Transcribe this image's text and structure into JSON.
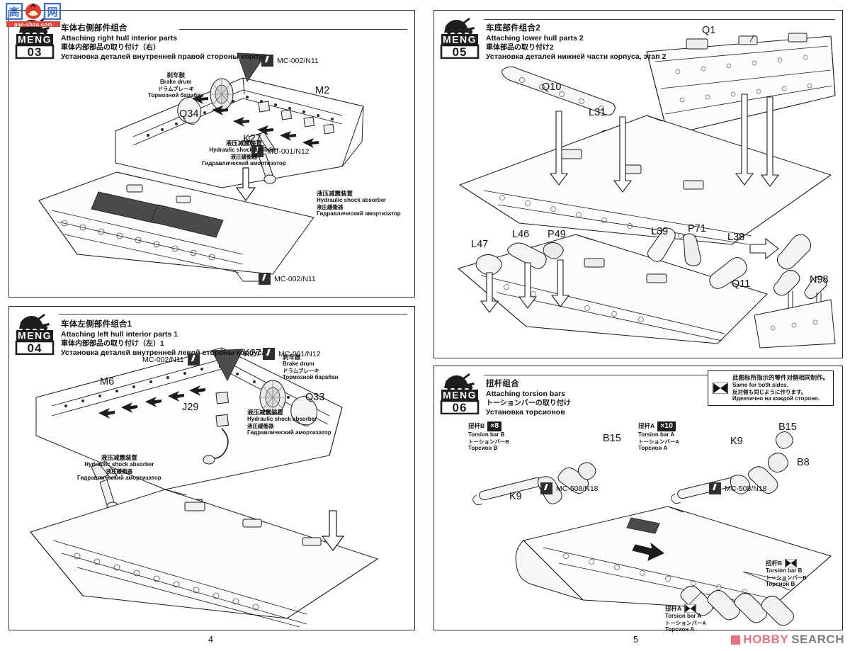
{
  "document": {
    "type": "model-kit-instruction-manual",
    "brand": "MENG",
    "left_page_number": "4",
    "right_page_number": "5"
  },
  "watermarks": {
    "top_left": "高手网 gao-shou.com",
    "bottom_right_1": "HOBBY",
    "bottom_right_2": "SEARCH"
  },
  "steps": [
    {
      "number": "03",
      "title_cn": "车体右侧部件组合",
      "title_en": "Attaching right hull interior parts",
      "title_jp": "車体内部部品の取り付け（右）",
      "title_ru": "Установка деталей внутренней правой стороны корпуса",
      "part_labels": [
        {
          "text": "M2"
        },
        {
          "text": "Q34"
        },
        {
          "text": "K27"
        }
      ],
      "glue_callouts": [
        {
          "code": "MC-002/N11"
        },
        {
          "code": "MC-001/N12"
        },
        {
          "code": "MC-002/N11"
        }
      ],
      "annotations": [
        {
          "cn": "刹车鼓",
          "en": "Brake drum",
          "jp": "ドラムブレーキ",
          "ru": "Тормозной барабан"
        },
        {
          "cn": "液压减震装置",
          "en": "Hydraulic shock absorber",
          "jp": "液圧緩衝器",
          "ru": "Гидравлический амортизатор"
        },
        {
          "cn": "液压减震装置",
          "en": "Hydraulic shock absorber",
          "jp": "液圧緩衝器",
          "ru": "Гидравлический амортизатор"
        }
      ]
    },
    {
      "number": "04",
      "title_cn": "车体左侧部件组合1",
      "title_en": "Attaching left hull interior parts 1",
      "title_jp": "車体内部部品の取り付け（左）1",
      "title_ru": "Установка деталей внутренней левой стороны корпуса1",
      "part_labels": [
        {
          "text": "M6"
        },
        {
          "text": "K27"
        },
        {
          "text": "Q33"
        },
        {
          "text": "J29"
        }
      ],
      "glue_callouts": [
        {
          "code": "MC-002/N11"
        },
        {
          "code": "MC-001/N12"
        }
      ],
      "annotations": [
        {
          "cn": "刹车鼓",
          "en": "Brake drum",
          "jp": "ドラムブレーキ",
          "ru": "Тормозной барабан"
        },
        {
          "cn": "液压减震装置",
          "en": "Hydraulic shock absorber",
          "jp": "液圧緩衝器",
          "ru": "Гидравлический амортизатор"
        },
        {
          "cn": "液压减震装置",
          "en": "Hydraulic shock absorber",
          "jp": "液圧緩衝器",
          "ru": "Гидравлический амортизатор"
        }
      ]
    },
    {
      "number": "05",
      "title_cn": "车底部件组合2",
      "title_en": "Attaching lower hull parts 2",
      "title_jp": "車体部品の取り付け2",
      "title_ru": "Установка деталей нижней части корпуса, этап 2",
      "part_labels": [
        {
          "text": "Q1"
        },
        {
          "text": "Q10"
        },
        {
          "text": "L31"
        },
        {
          "text": "L47"
        },
        {
          "text": "L46"
        },
        {
          "text": "P49"
        },
        {
          "text": "L39"
        },
        {
          "text": "P71"
        },
        {
          "text": "L38"
        },
        {
          "text": "Q11"
        },
        {
          "text": "N98"
        }
      ]
    },
    {
      "number": "06",
      "title_cn": "扭杆组合",
      "title_en": "Attaching torsion bars",
      "title_jp": "トーションバーの取り付け",
      "title_ru": "Установка торсионов",
      "note": {
        "cn": "此图标所指示的零件对侧相同制作。",
        "en": "Same for both sides.",
        "jp": "反対側も同じように作ります。",
        "ru": "Идентично на каждой стороне."
      },
      "part_labels": [
        {
          "text": "B15"
        },
        {
          "text": "K9"
        },
        {
          "text": "B15"
        },
        {
          "text": "K9"
        },
        {
          "text": "B8"
        }
      ],
      "glue_callouts": [
        {
          "code": "MC-508/N18"
        },
        {
          "code": "MC-508/N18"
        }
      ],
      "torsion_groups": [
        {
          "cn": "扭杆B",
          "en": "Torsion bar B",
          "jp": "トーションバーB",
          "ru": "Торсион B",
          "count": "×8",
          "icon": "bowtie-icon"
        },
        {
          "cn": "扭杆A",
          "en": "Torsion bar A",
          "jp": "トーションバーA",
          "ru": "Торсион A",
          "count": "×10",
          "icon": "bowtie-icon"
        },
        {
          "cn": "扭杆B",
          "en": "Torsion bar B",
          "jp": "トーションバーB",
          "ru": "Торсион B",
          "count": "",
          "icon": "bowtie-icon"
        },
        {
          "cn": "扭杆A",
          "en": "Torsion bar A",
          "jp": "トーションバーA",
          "ru": "Торсион A",
          "count": "",
          "icon": "bowtie-icon"
        }
      ]
    }
  ],
  "colors": {
    "ink": "#111111",
    "panel_border": "#2b2b2b",
    "shade_dark": "#4d4d4d",
    "shade_mid": "#9a9a9a",
    "watermark_pink": "#e8727f",
    "watermark_gray": "#7d7d7d"
  }
}
